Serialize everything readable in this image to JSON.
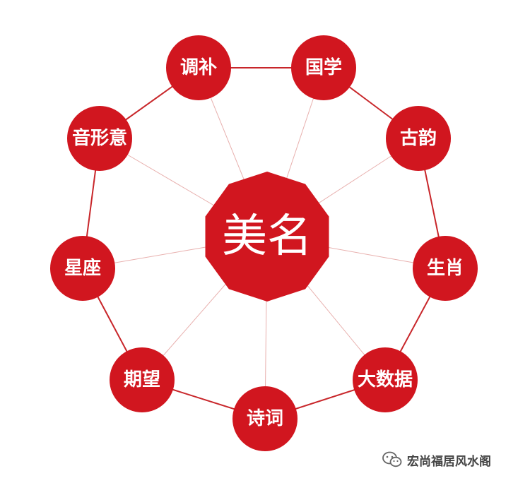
{
  "center": {
    "label": "美名"
  },
  "nodes": [
    {
      "id": "tiaobu",
      "label": "调补"
    },
    {
      "id": "guoxue",
      "label": "国学"
    },
    {
      "id": "guyun",
      "label": "古韵"
    },
    {
      "id": "shengxiao",
      "label": "生肖"
    },
    {
      "id": "dashuju",
      "label": "大数据"
    },
    {
      "id": "shici",
      "label": "诗词"
    },
    {
      "id": "qiwang",
      "label": "期望"
    },
    {
      "id": "xingzuo",
      "label": "星座"
    },
    {
      "id": "yinxingyi",
      "label": "音形意"
    }
  ],
  "colors": {
    "node_fill": "#d1161f",
    "ring_line": "#c8262a",
    "spoke_line": "#e8b0ae",
    "label_text": "#ffffff"
  },
  "watermark": {
    "icon": "wechat-icon",
    "text": "宏尚福居风水阁"
  }
}
